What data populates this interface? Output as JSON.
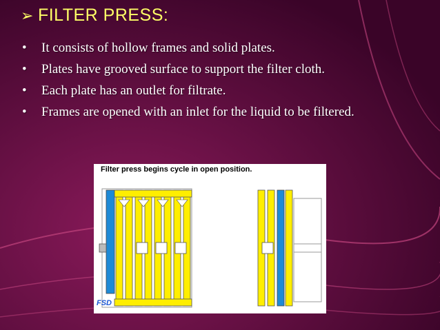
{
  "slide": {
    "title": "FILTER PRESS:",
    "title_icon": "arrow-bullet-icon",
    "bullets": [
      "It consists of hollow frames and solid plates.",
      "Plates have grooved surface to support the filter cloth.",
      "Each plate has an outlet for filtrate.",
      "Frames are opened with an inlet for the liquid to be filtered."
    ]
  },
  "figure": {
    "caption": "Filter press begins cycle in open position.",
    "logo": "FSD"
  },
  "colors": {
    "background": "#5a0a3a",
    "title": "#ffff66",
    "text": "#ffffff",
    "plate_yellow": "#ffee00",
    "end_blue": "#1e8ad6"
  }
}
